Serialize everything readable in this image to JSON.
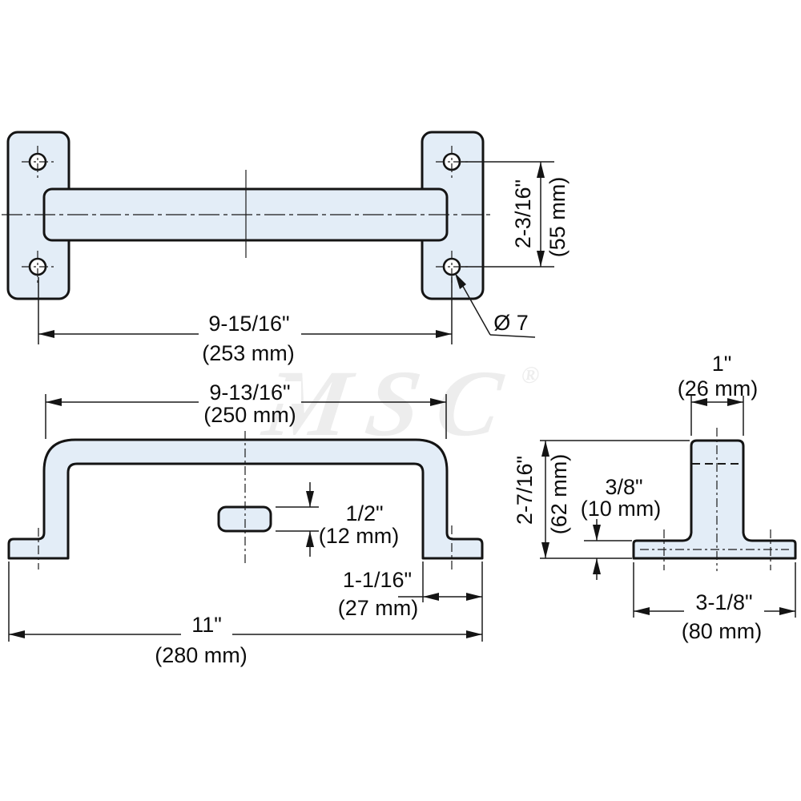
{
  "drawing": {
    "watermark": "MSC",
    "watermark_reg": "®",
    "colors": {
      "part_fill": "#e3edf7",
      "line": "#141414",
      "watermark": "#ededed"
    },
    "top_view": {
      "dim_hole_spacing_in": "9-15/16\"",
      "dim_hole_spacing_mm": "(253 mm)",
      "dim_hole_vertical_in": "2-3/16\"",
      "dim_hole_vertical_mm": "(55 mm)",
      "hole_diameter_callout": "Ø 7"
    },
    "front_view": {
      "dim_grip_in": "9-13/16\"",
      "dim_grip_mm": "(250 mm)",
      "dim_boss_in": "1/2\"",
      "dim_boss_mm": "(12 mm)",
      "dim_foot_in": "1-1/16\"",
      "dim_foot_mm": "(27 mm)",
      "dim_overall_in": "11\"",
      "dim_overall_mm": "(280 mm)"
    },
    "side_view": {
      "dim_post_in": "1\"",
      "dim_post_mm": "(26 mm)",
      "dim_height_in": "2-7/16\"",
      "dim_height_mm": "(62 mm)",
      "dim_plate_in": "3/8\"",
      "dim_plate_mm": "(10 mm)",
      "dim_base_in": "3-1/8\"",
      "dim_base_mm": "(80 mm)"
    }
  }
}
